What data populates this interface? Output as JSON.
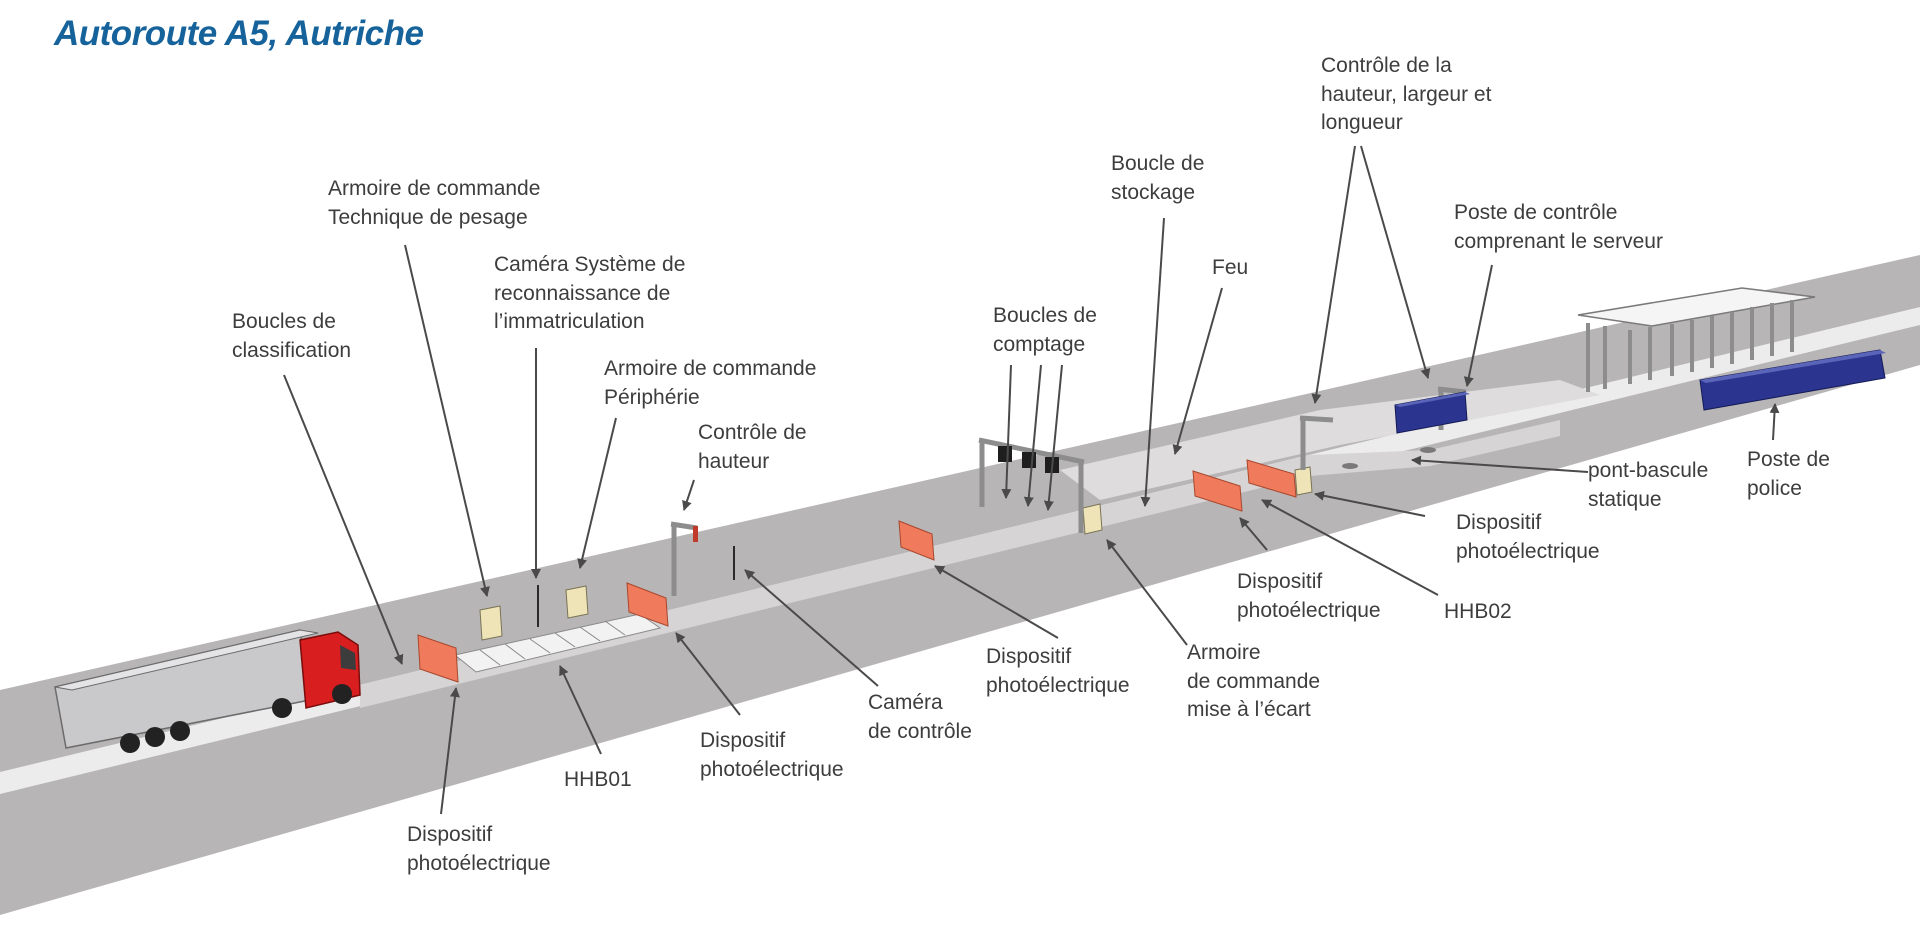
{
  "title": "Autoroute A5, Autriche",
  "colors": {
    "title": "#16639c",
    "label_text": "#3d3d3d",
    "road": "#b8b5b6",
    "lane": "#ececec",
    "photoelectric_barrier": "#ef7a5c",
    "control_container": "#2b358f",
    "truck_cab": "#d81e1e",
    "leader_line": "#4a4a4a"
  },
  "labels": {
    "boucles_classification": "Boucles de\nclassification",
    "armoire_pesage": "Armoire de commande\nTechnique de pesage",
    "camera_immatriculation": "Caméra Système de\nreconnaissance de\nl’immatriculation",
    "armoire_peripherie": "Armoire de commande\nPériphérie",
    "controle_hauteur": "Contrôle de\nhauteur",
    "boucles_comptage": "Boucles de\ncomptage",
    "boucle_stockage": "Boucle de\nstockage",
    "feu": "Feu",
    "controle_dimensions": "Contrôle de la\nhauteur, largeur et\nlongueur",
    "poste_controle_serveur": "Poste de contrôle\ncomprenant le serveur",
    "pont_bascule": "pont-bascule\nstatique",
    "poste_police": "Poste de\npolice",
    "photo_1": "Dispositif\nphotoélectrique",
    "hhb01": "HHB01",
    "photo_2": "Dispositif\nphotoélectrique",
    "camera_controle": "Caméra\nde contrôle",
    "photo_3": "Dispositif\nphotoélectrique",
    "armoire_ecart": "Armoire\nde commande\nmise à l’écart",
    "photo_4": "Dispositif\nphotoélectrique",
    "hhb02": "HHB02",
    "photo_5": "Dispositif\nphotoélectrique"
  }
}
